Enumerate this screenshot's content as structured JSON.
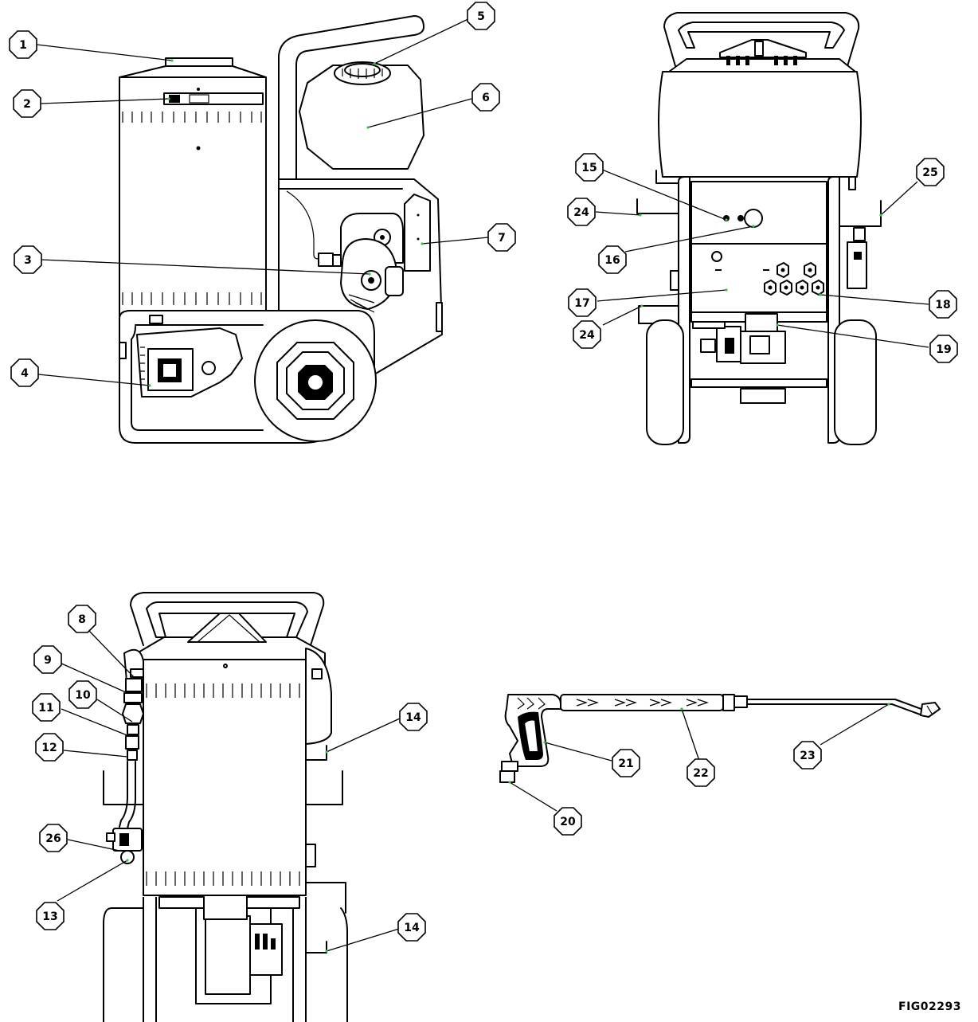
{
  "figure_label": "FIG02293",
  "callouts": [
    {
      "number": "1"
    },
    {
      "number": "2"
    },
    {
      "number": "3"
    },
    {
      "number": "4"
    },
    {
      "number": "5"
    },
    {
      "number": "6"
    },
    {
      "number": "7"
    },
    {
      "number": "8"
    },
    {
      "number": "9"
    },
    {
      "number": "10"
    },
    {
      "number": "11"
    },
    {
      "number": "12"
    },
    {
      "number": "13"
    },
    {
      "number": "14"
    },
    {
      "number": "14"
    },
    {
      "number": "15"
    },
    {
      "number": "16"
    },
    {
      "number": "17"
    },
    {
      "number": "18"
    },
    {
      "number": "19"
    },
    {
      "number": "20"
    },
    {
      "number": "21"
    },
    {
      "number": "22"
    },
    {
      "number": "23"
    },
    {
      "number": "24"
    },
    {
      "number": "24"
    },
    {
      "number": "25"
    },
    {
      "number": "26"
    }
  ]
}
